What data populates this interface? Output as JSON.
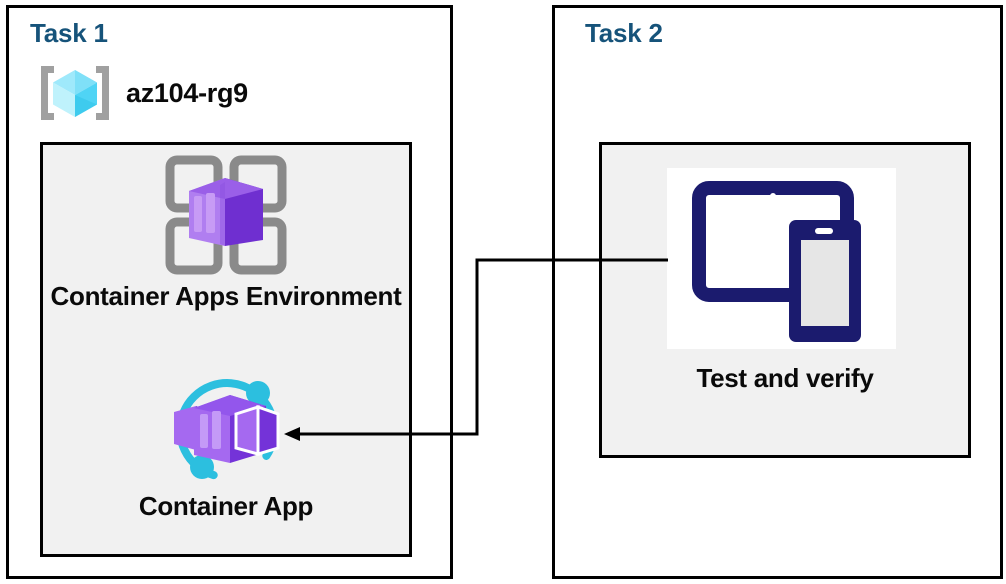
{
  "diagram": {
    "title_color": "#16537a",
    "label_color": "#0a0a0a",
    "panel_border_color": "#000000",
    "inner_box_fill": "#f1f1f1",
    "connector_color": "#000000"
  },
  "task1": {
    "title": "Task 1",
    "resource_group": {
      "label": "az104-rg9",
      "icon": "resource-group-cube-icon",
      "icon_colors": {
        "cube_light": "#9fe9fb",
        "cube_mid": "#4fd4f5",
        "cube_dark": "#32c3e8",
        "bracket": "#a0a0a0"
      }
    },
    "resources": [
      {
        "label": "Container Apps Environment",
        "icon": "container-apps-environment-icon",
        "icon_colors": {
          "frame": "#8a8a8a",
          "box_light": "#b07ef0",
          "box_mid": "#8c4fe0",
          "box_dark": "#6f2fd0"
        }
      },
      {
        "label": "Container App",
        "icon": "container-app-icon",
        "icon_colors": {
          "arc": "#2cbfdf",
          "box_light": "#a569f0",
          "box_mid": "#8b46e8",
          "box_dark": "#7433d8"
        }
      }
    ]
  },
  "task2": {
    "title": "Task 2",
    "resources": [
      {
        "label": "Test and verify",
        "icon": "devices-tablet-phone-icon",
        "icon_colors": {
          "device": "#1b1b6e",
          "screen": "#ffffff",
          "phone_screen": "#e6e6e6"
        }
      }
    ]
  },
  "connector": {
    "name": "test-to-container-app-arrow",
    "direction": "right-to-left",
    "from": "Test and verify",
    "to": "Container App",
    "arrowhead": "left"
  }
}
